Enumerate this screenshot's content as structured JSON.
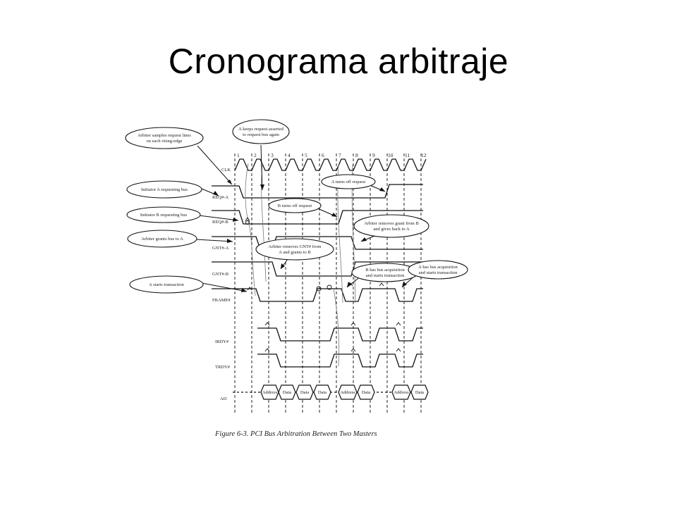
{
  "slide": {
    "title": "Cronograma arbitraje"
  },
  "diagram": {
    "caption": "Figure 6-3. PCI Bus Arbitration Between Two Masters",
    "clock_numbers": [
      "1",
      "2",
      "3",
      "4",
      "5",
      "6",
      "7",
      "8",
      "9",
      "10",
      "11",
      "12"
    ],
    "signals": {
      "clk": "CLK",
      "req_a": "REQ#-A",
      "req_b": "REQ#-B",
      "gnt_a": "GNT#-A",
      "gnt_b": "GNT#-B",
      "frame": "FRAME#",
      "irdy": "IRDY#",
      "trdy": "TRDY#",
      "ad": "AD"
    },
    "callouts": {
      "arbiter_samples": [
        "Arbiter samples request lines",
        "on each rising-edge"
      ],
      "a_keeps_request": [
        "A keeps request asserted",
        "to request bus again"
      ],
      "a_turns_off": "A turns off request",
      "initiator_a": "Initiator A requesting bus",
      "b_turns_off": "B turns off request",
      "initiator_b": "Initiator B requesting bus",
      "arbiter_removes_grant_b": [
        "Arbiter removes grant from B",
        "and gives back to A"
      ],
      "arbiter_grants_a": "Arbiter grants bus to A",
      "arbiter_removes_gnt_a": [
        "Arbiter removes GNT# from",
        "A and grants to B"
      ],
      "b_acquisition": [
        "B has bus acquisition",
        "and starts transaction"
      ],
      "a_acquisition": [
        "A has bus acquisition",
        "and starts transaction"
      ],
      "a_starts": "A starts transaction"
    },
    "ad_phases": [
      "Address",
      "Data",
      "Data",
      "Data",
      "Address",
      "Data",
      "Address",
      "Data"
    ]
  }
}
